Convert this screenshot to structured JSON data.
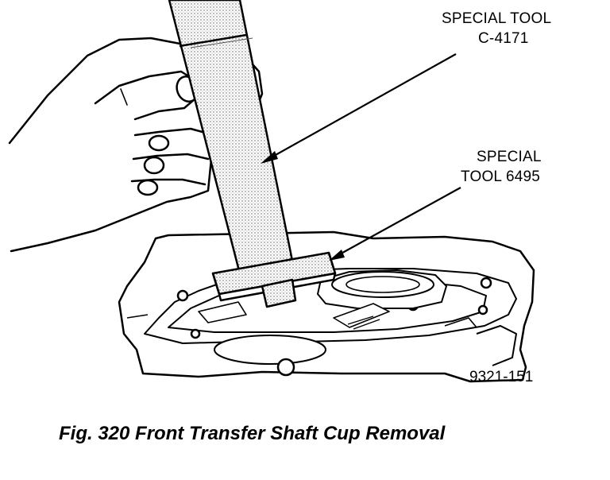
{
  "callouts": {
    "tool_c4171": {
      "line1": "SPECIAL TOOL",
      "line2": "C-4171"
    },
    "tool_6495": {
      "line1": "SPECIAL",
      "line2": "TOOL 6495"
    }
  },
  "figure_id": "9321-151",
  "caption": "Fig. 320 Front Transfer Shaft Cup Removal",
  "colors": {
    "ink": "#000000",
    "paper": "#ffffff",
    "tool_shade": "#b8b8b8"
  }
}
